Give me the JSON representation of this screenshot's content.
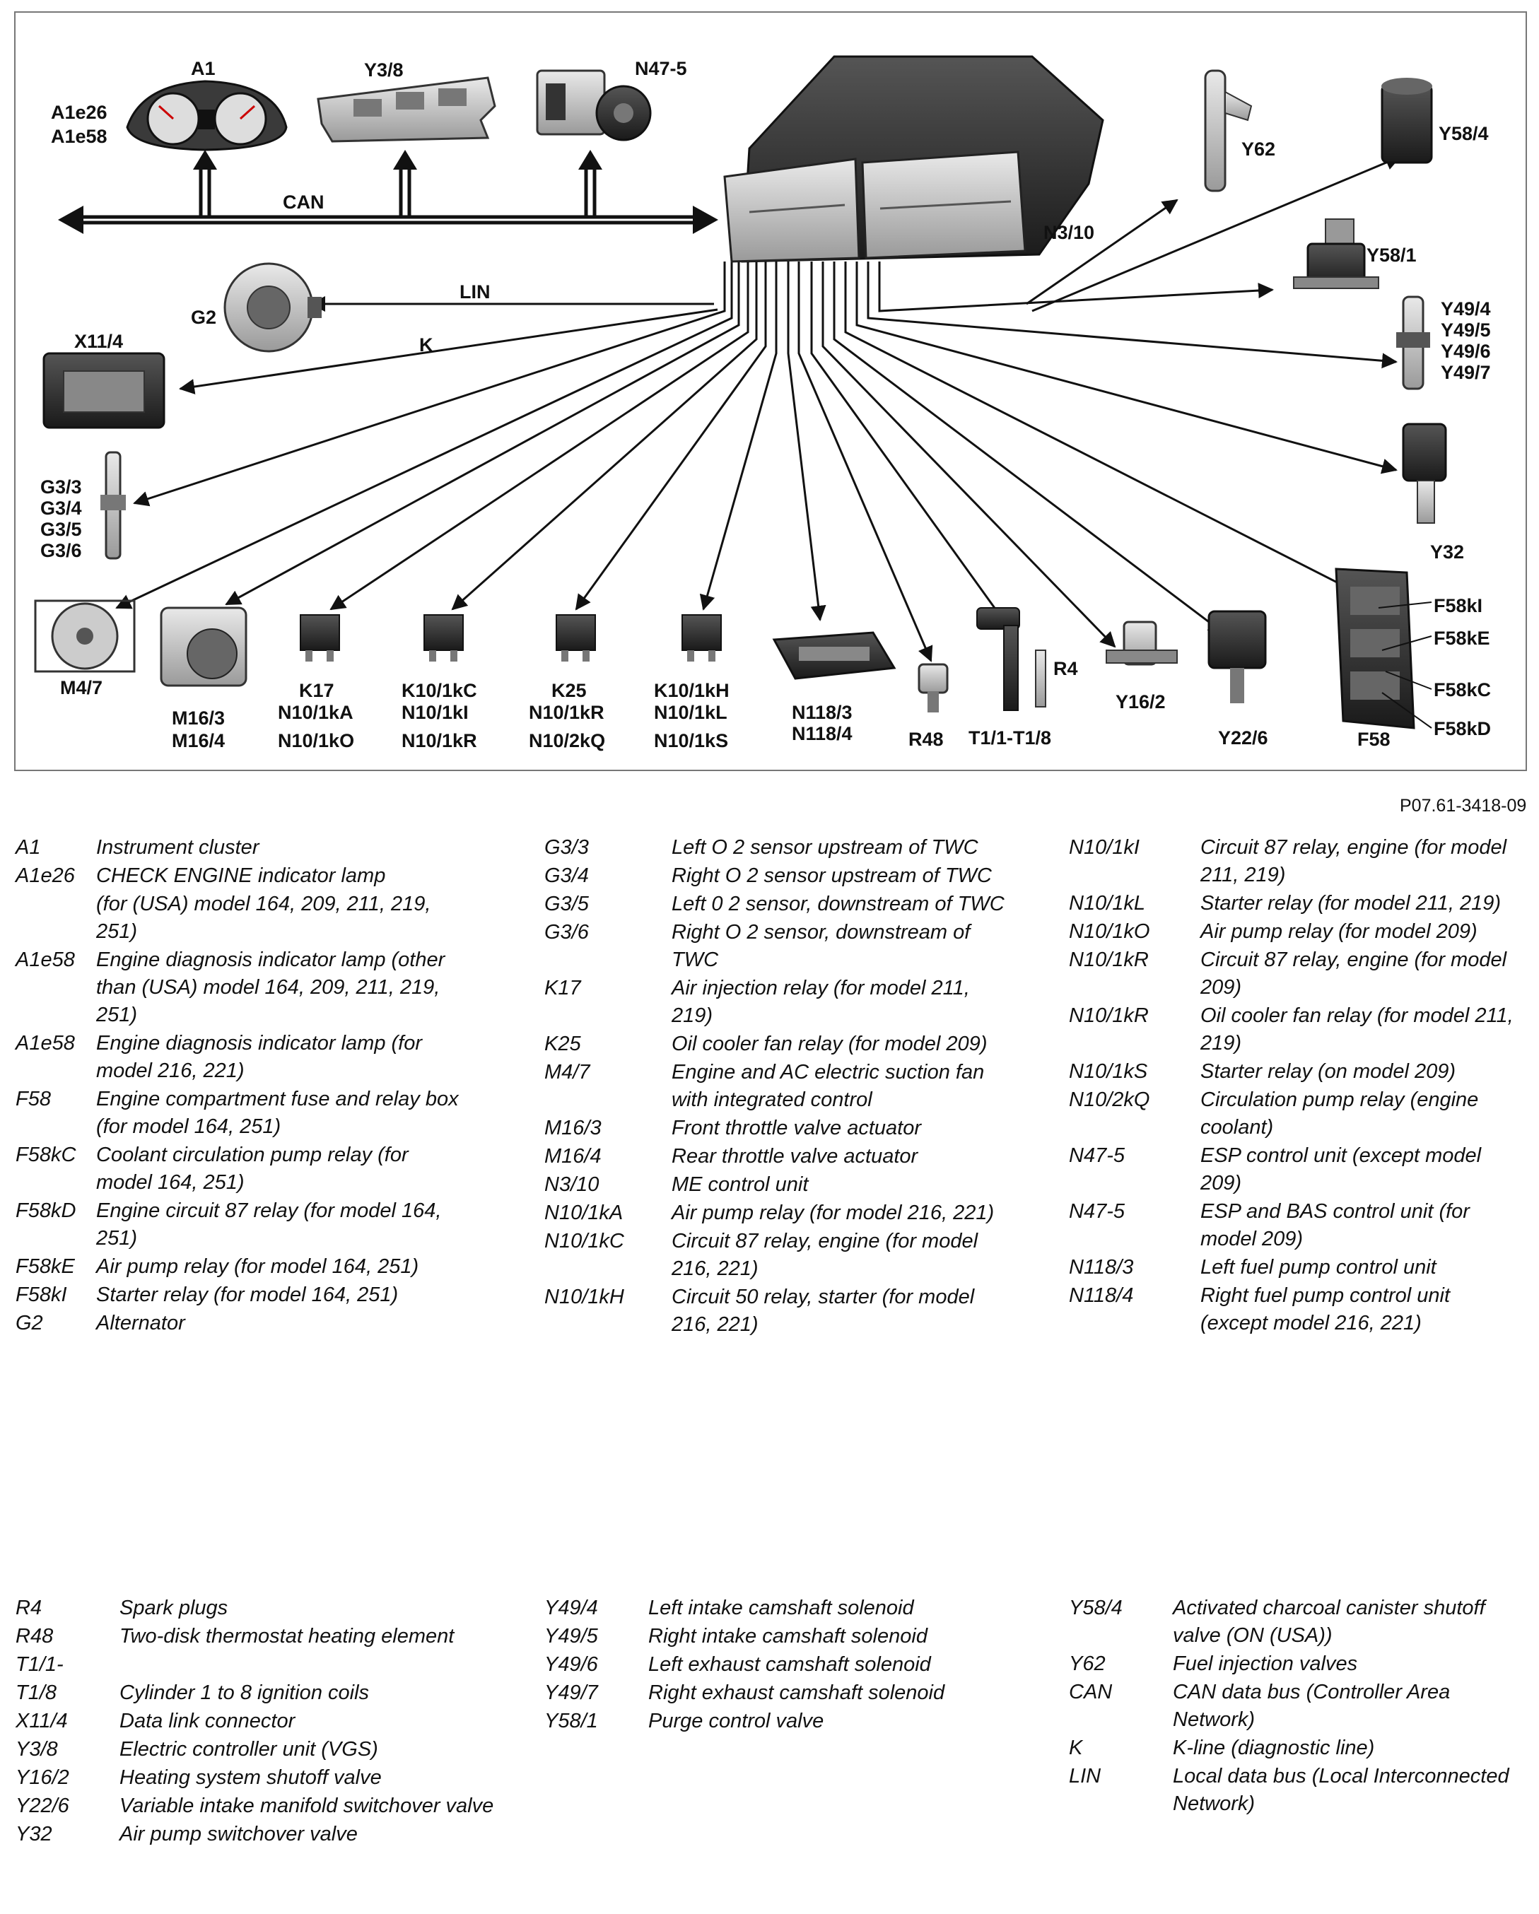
{
  "figure_id": "P07.61-3418-09",
  "bus_labels": {
    "can": "CAN",
    "lin": "LIN",
    "k": "K"
  },
  "components": {
    "a1": "A1",
    "a1e": [
      "A1e26",
      "A1e58"
    ],
    "y38": "Y3/8",
    "n475": "N47-5",
    "n310": "N3/10",
    "y62": "Y62",
    "y584": "Y58/4",
    "y581": "Y58/1",
    "y49": [
      "Y49/4",
      "Y49/5",
      "Y49/6",
      "Y49/7"
    ],
    "y32": "Y32",
    "g2": "G2",
    "x114": "X11/4",
    "g3": [
      "G3/3",
      "G3/4",
      "G3/5",
      "G3/6"
    ],
    "m47": "M4/7",
    "m16": [
      "M16/3",
      "M16/4"
    ],
    "k17": [
      "K17",
      "N10/1kA",
      "N10/1kO"
    ],
    "k10c": [
      "K10/1kC",
      "N10/1kI",
      "N10/1kR"
    ],
    "k25": [
      "K25",
      "N10/1kR",
      "N10/2kQ"
    ],
    "k10h": [
      "K10/1kH",
      "N10/1kL",
      "N10/1kS"
    ],
    "n118": [
      "N118/3",
      "N118/4"
    ],
    "r48": "R48",
    "t1": "T1/1-T1/8",
    "r4": "R4",
    "y162": "Y16/2",
    "y226": "Y22/6",
    "f58": "F58",
    "f58k": [
      "F58kI",
      "F58kE",
      "F58kC",
      "F58kD"
    ]
  },
  "legend_top": {
    "col1": [
      {
        "code": "A1",
        "text": "Instrument cluster"
      },
      {
        "code": "A1e26",
        "text": "CHECK ENGINE indicator lamp"
      },
      {
        "code": "",
        "text": "(for (USA) model 164, 209, 211, 219, 251)"
      },
      {
        "code": "A1e58",
        "text": "Engine diagnosis indicator lamp (other than (USA) model 164, 209, 211, 219, 251)"
      },
      {
        "code": "A1e58",
        "text": "Engine diagnosis indicator lamp (for model 216, 221)"
      },
      {
        "code": "F58",
        "text": "Engine compartment fuse and relay box (for model 164, 251)"
      },
      {
        "code": "F58kC",
        "text": "Coolant circulation pump relay (for model 164, 251)"
      },
      {
        "code": "F58kD",
        "text": "Engine circuit 87 relay (for model 164, 251)"
      },
      {
        "code": "F58kE",
        "text": "Air pump relay (for model 164, 251)"
      },
      {
        "code": "F58kI",
        "text": "Starter relay (for model 164, 251)"
      },
      {
        "code": "G2",
        "text": "Alternator"
      }
    ],
    "col2": [
      {
        "code": "G3/3",
        "text": "Left O 2 sensor upstream of TWC"
      },
      {
        "code": "G3/4",
        "text": "Right O 2 sensor upstream of TWC"
      },
      {
        "code": "G3/5",
        "text": "Left 0 2 sensor, downstream of TWC"
      },
      {
        "code": "G3/6",
        "text": "Right O 2 sensor, downstream of TWC"
      },
      {
        "code": "K17",
        "text": "Air injection relay (for model 211, 219)"
      },
      {
        "code": "K25",
        "text": "Oil cooler fan relay (for model 209)"
      },
      {
        "code": "M4/7",
        "text": "Engine and AC electric suction fan with integrated control"
      },
      {
        "code": "M16/3",
        "text": "Front throttle valve actuator"
      },
      {
        "code": "M16/4",
        "text": "Rear throttle valve actuator"
      },
      {
        "code": "N3/10",
        "text": "ME control unit"
      },
      {
        "code": "N10/1kA",
        "text": "Air pump relay (for model 216, 221)"
      },
      {
        "code": "N10/1kC",
        "text": "Circuit 87 relay, engine (for model 216, 221)"
      },
      {
        "code": "N10/1kH",
        "text": "Circuit 50 relay, starter (for model 216, 221)"
      }
    ],
    "col3": [
      {
        "code": "N10/1kI",
        "text": "Circuit 87 relay, engine (for model 211, 219)"
      },
      {
        "code": "N10/1kL",
        "text": "Starter relay (for model 211, 219)"
      },
      {
        "code": "N10/1kO",
        "text": "Air pump relay (for model 209)"
      },
      {
        "code": "N10/1kR",
        "text": "Circuit 87 relay, engine (for model 209)"
      },
      {
        "code": "N10/1kR",
        "text": "Oil cooler fan relay (for model 211, 219)"
      },
      {
        "code": "N10/1kS",
        "text": "Starter relay (on model 209)"
      },
      {
        "code": "N10/2kQ",
        "text": "Circulation pump relay (engine coolant)"
      },
      {
        "code": "N47-5",
        "text": "ESP control unit (except model 209)"
      },
      {
        "code": "N47-5",
        "text": "ESP and BAS control unit (for model 209)"
      },
      {
        "code": "N118/3",
        "text": "Left fuel pump control unit"
      },
      {
        "code": "N118/4",
        "text": "Right fuel pump control unit (except model 216, 221)"
      }
    ]
  },
  "legend_bottom": {
    "col1": [
      {
        "code": "R4",
        "text": "Spark plugs"
      },
      {
        "code": "R48",
        "text": "Two-disk thermostat heating element"
      },
      {
        "code": "T1/1-",
        "text": ""
      },
      {
        "code": "T1/8",
        "text": "Cylinder 1 to 8 ignition coils"
      },
      {
        "code": "X11/4",
        "text": "Data link connector"
      },
      {
        "code": "Y3/8",
        "text": "Electric controller unit (VGS)"
      },
      {
        "code": "Y16/2",
        "text": "Heating system shutoff valve"
      },
      {
        "code": "Y22/6",
        "text": "Variable intake manifold switchover valve"
      },
      {
        "code": "Y32",
        "text": "Air pump switchover valve"
      }
    ],
    "col2": [
      {
        "code": "Y49/4",
        "text": "Left intake camshaft solenoid"
      },
      {
        "code": "Y49/5",
        "text": "Right intake camshaft solenoid"
      },
      {
        "code": "Y49/6",
        "text": "Left exhaust camshaft solenoid"
      },
      {
        "code": "Y49/7",
        "text": "Right exhaust camshaft solenoid"
      },
      {
        "code": "Y58/1",
        "text": "Purge control valve"
      }
    ],
    "col3": [
      {
        "code": "Y58/4",
        "text": "Activated charcoal canister shutoff valve (ON (USA))"
      },
      {
        "code": "Y62",
        "text": "Fuel injection valves"
      },
      {
        "code": "CAN",
        "text": "CAN data bus (Controller Area Network)"
      },
      {
        "code": "K",
        "text": "K-line (diagnostic line)"
      },
      {
        "code": "LIN",
        "text": "Local data bus (Local Interconnected Network)"
      }
    ]
  }
}
